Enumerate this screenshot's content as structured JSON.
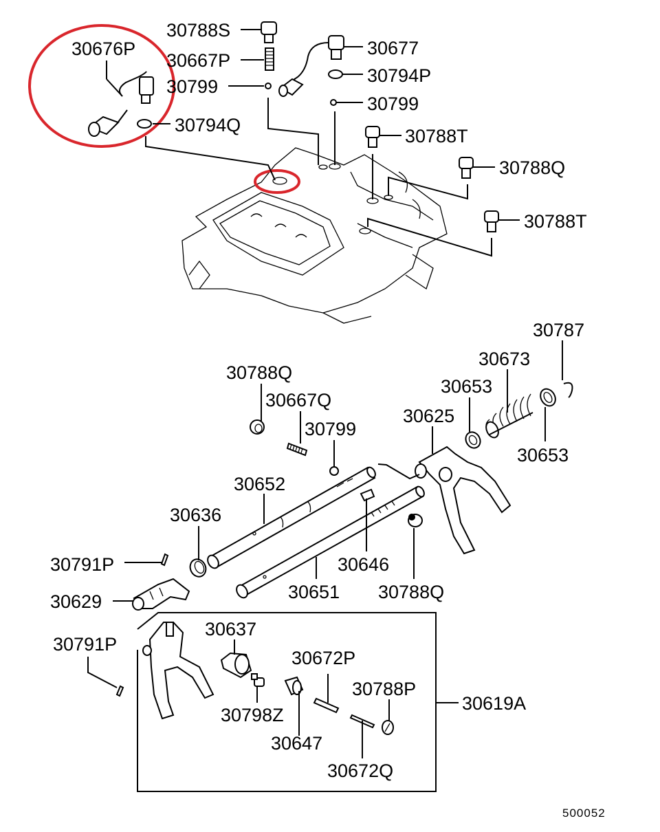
{
  "diagram": {
    "title": "Shift rail / shift fork exploded parts diagram",
    "reference_number": "500052",
    "highlight_color": "#d9262c",
    "highlighted_part": "30676P",
    "callouts": {
      "c30788S": "30788S",
      "c30676P": "30676P",
      "c30667P": "30667P",
      "c30799a": "30799",
      "c30794Q": "30794Q",
      "c30677": "30677",
      "c30794P": "30794P",
      "c30799b": "30799",
      "c30788Ta": "30788T",
      "c30788Qa": "30788Q",
      "c30788Tb": "30788T",
      "c30787": "30787",
      "c30673": "30673",
      "c30653a": "30653",
      "c30653b": "30653",
      "c30625": "30625",
      "c30788Qb": "30788Q",
      "c30667Q": "30667Q",
      "c30799c": "30799",
      "c30652": "30652",
      "c30636": "30636",
      "c30646": "30646",
      "c30791Pa": "30791P",
      "c30651": "30651",
      "c30788Qc": "30788Q",
      "c30629": "30629",
      "c30637": "30637",
      "c30791Pb": "30791P",
      "c30672P": "30672P",
      "c30788P": "30788P",
      "c30619A": "30619A",
      "c30798Z": "30798Z",
      "c30647": "30647",
      "c30672Q": "30672Q"
    }
  }
}
